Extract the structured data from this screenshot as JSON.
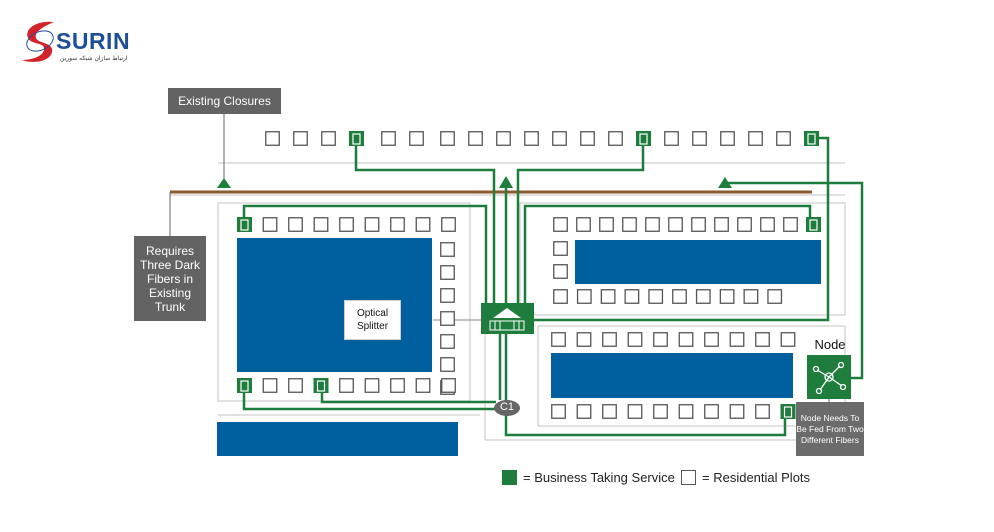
{
  "logo": {
    "name": "SURIN",
    "subtitle": "ارتباط سازان شبکه سورین"
  },
  "labels": {
    "existing_closures": "Existing Closures",
    "requires_fibers": "Requires Three Dark Fibers in Existing Trunk",
    "requires_fibers_lines": [
      "Requires",
      "Three Dark",
      "Fibers in",
      "Existing",
      "Trunk"
    ],
    "optical_splitter": "Optical Splitter",
    "node": "Node",
    "node_note": "Node Needs To Be Fed From Two Different Fibers",
    "c1": "C1"
  },
  "legend": {
    "business": "= Business Taking Service",
    "residential": "= Residential Plots"
  },
  "colors": {
    "fiber_green": "#1e7c3d",
    "block_blue": "#005f9e",
    "trunk_brown": "#8a5a2b",
    "callout_gray": "#636363",
    "road_gray": "#cfcfcf",
    "logo_red": "#d2232a",
    "logo_blue": "#1d4f96"
  },
  "plots": {
    "top_row": [
      "res",
      "res",
      "res",
      "biz",
      "res",
      "res",
      "res",
      "res",
      "res",
      "res",
      "res",
      "res",
      "res",
      "biz",
      "res",
      "res",
      "res",
      "res",
      "res",
      "biz"
    ],
    "left_block_top": [
      "biz",
      "res",
      "res",
      "res",
      "res",
      "res",
      "res",
      "res",
      "res"
    ],
    "left_block_side": [
      "res",
      "res",
      "res",
      "res",
      "res",
      "res",
      "res"
    ],
    "left_block_bottom": [
      "biz",
      "res",
      "res",
      "biz",
      "res",
      "res",
      "res",
      "res",
      "res"
    ],
    "right_upper_top": [
      "res",
      "res",
      "res",
      "res",
      "res",
      "res",
      "res",
      "res",
      "res",
      "res",
      "res",
      "biz"
    ],
    "right_upper_side": [
      "res",
      "res"
    ],
    "right_upper_bottom": [
      "res",
      "res",
      "res",
      "res",
      "res",
      "res",
      "res",
      "res",
      "res",
      "res"
    ],
    "right_lower_top": [
      "res",
      "res",
      "res",
      "res",
      "res",
      "res",
      "res",
      "res",
      "res",
      "res"
    ],
    "right_lower_bottom": [
      "res",
      "res",
      "res",
      "res",
      "res",
      "res",
      "res",
      "res",
      "res",
      "biz"
    ]
  }
}
